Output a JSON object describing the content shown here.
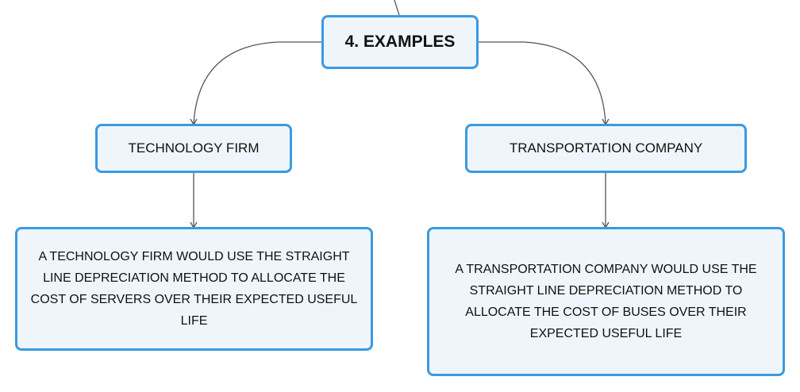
{
  "root": {
    "label": "4. EXAMPLES"
  },
  "branches": [
    {
      "label": "TECHNOLOGY FIRM",
      "detail": "A TECHNOLOGY FIRM WOULD USE THE STRAIGHT LINE DEPRECIATION METHOD TO ALLOCATE THE COST OF SERVERS OVER THEIR EXPECTED USEFUL LIFE"
    },
    {
      "label": "TRANSPORTATION COMPANY",
      "detail": "A TRANSPORTATION COMPANY WOULD USE THE STRAIGHT LINE DEPRECIATION METHOD TO ALLOCATE THE COST OF BUSES OVER THEIR EXPECTED USEFUL LIFE"
    }
  ],
  "colors": {
    "node_border": "#3b9ae0",
    "node_fill": "#eef6fc",
    "connector": "#555555",
    "text": "#111111"
  }
}
